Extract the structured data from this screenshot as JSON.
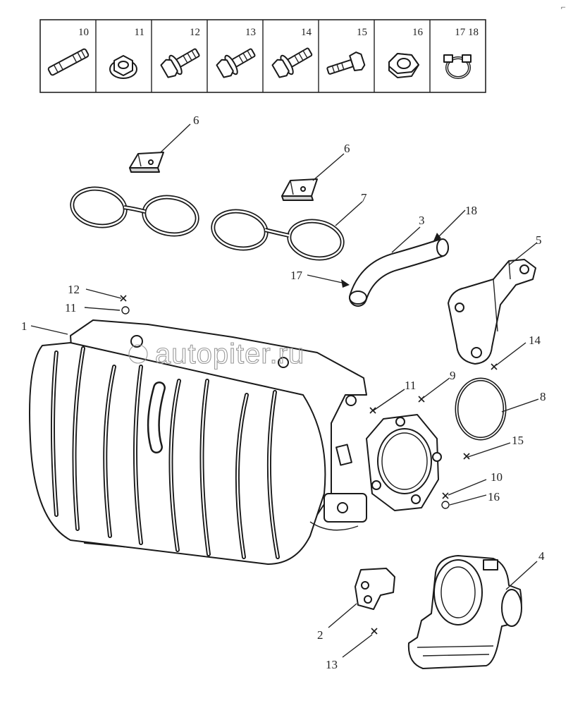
{
  "fastener_strip": {
    "cells": [
      {
        "label": "10",
        "icon": "stud-icon"
      },
      {
        "label": "11",
        "icon": "flange-nut-icon"
      },
      {
        "label": "12",
        "icon": "flange-bolt-icon"
      },
      {
        "label": "13",
        "icon": "flange-bolt-icon"
      },
      {
        "label": "14",
        "icon": "flange-bolt-icon"
      },
      {
        "label": "15",
        "icon": "hex-bolt-icon"
      },
      {
        "label": "16",
        "icon": "hex-nut-icon"
      },
      {
        "label": "17  18",
        "icon": "hose-clamp-icon"
      }
    ]
  },
  "callouts": {
    "c1": "1",
    "c2": "2",
    "c3": "3",
    "c4": "4",
    "c5": "5",
    "c6a": "6",
    "c6b": "6",
    "c7": "7",
    "c8": "8",
    "c9": "9",
    "c10": "10",
    "c11a": "11",
    "c11b": "11",
    "c12": "12",
    "c13": "13",
    "c14": "14",
    "c15": "15",
    "c16": "16",
    "c17": "17",
    "c18": "18"
  },
  "watermark": "autopiter.ru",
  "corner_mark": "⌐"
}
